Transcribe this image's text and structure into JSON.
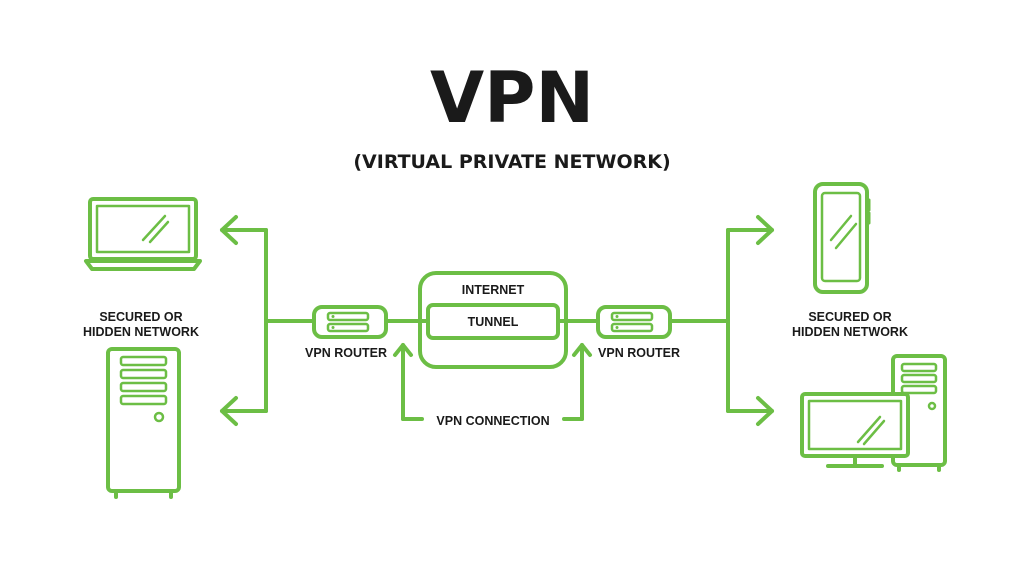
{
  "title": "VPN",
  "subtitle": "(VIRTUAL PRIVATE NETWORK)",
  "left_network": {
    "label_line1": "SECURED OR",
    "label_line2": "HIDDEN NETWORK",
    "devices": [
      "laptop-icon",
      "server-tower-icon"
    ]
  },
  "right_network": {
    "label_line1": "SECURED OR",
    "label_line2": "HIDDEN NETWORK",
    "devices": [
      "smartphone-icon",
      "desktop-computer-icon",
      "server-tower-icon"
    ]
  },
  "left_router": {
    "label": "VPN ROUTER"
  },
  "right_router": {
    "label": "VPN ROUTER"
  },
  "internet": {
    "label": "INTERNET",
    "tunnel_label": "TUNNEL"
  },
  "connection": {
    "label": "VPN CONNECTION"
  },
  "colors": {
    "accent": "#6cbe45",
    "text": "#1a1a1a",
    "background": "#ffffff"
  }
}
